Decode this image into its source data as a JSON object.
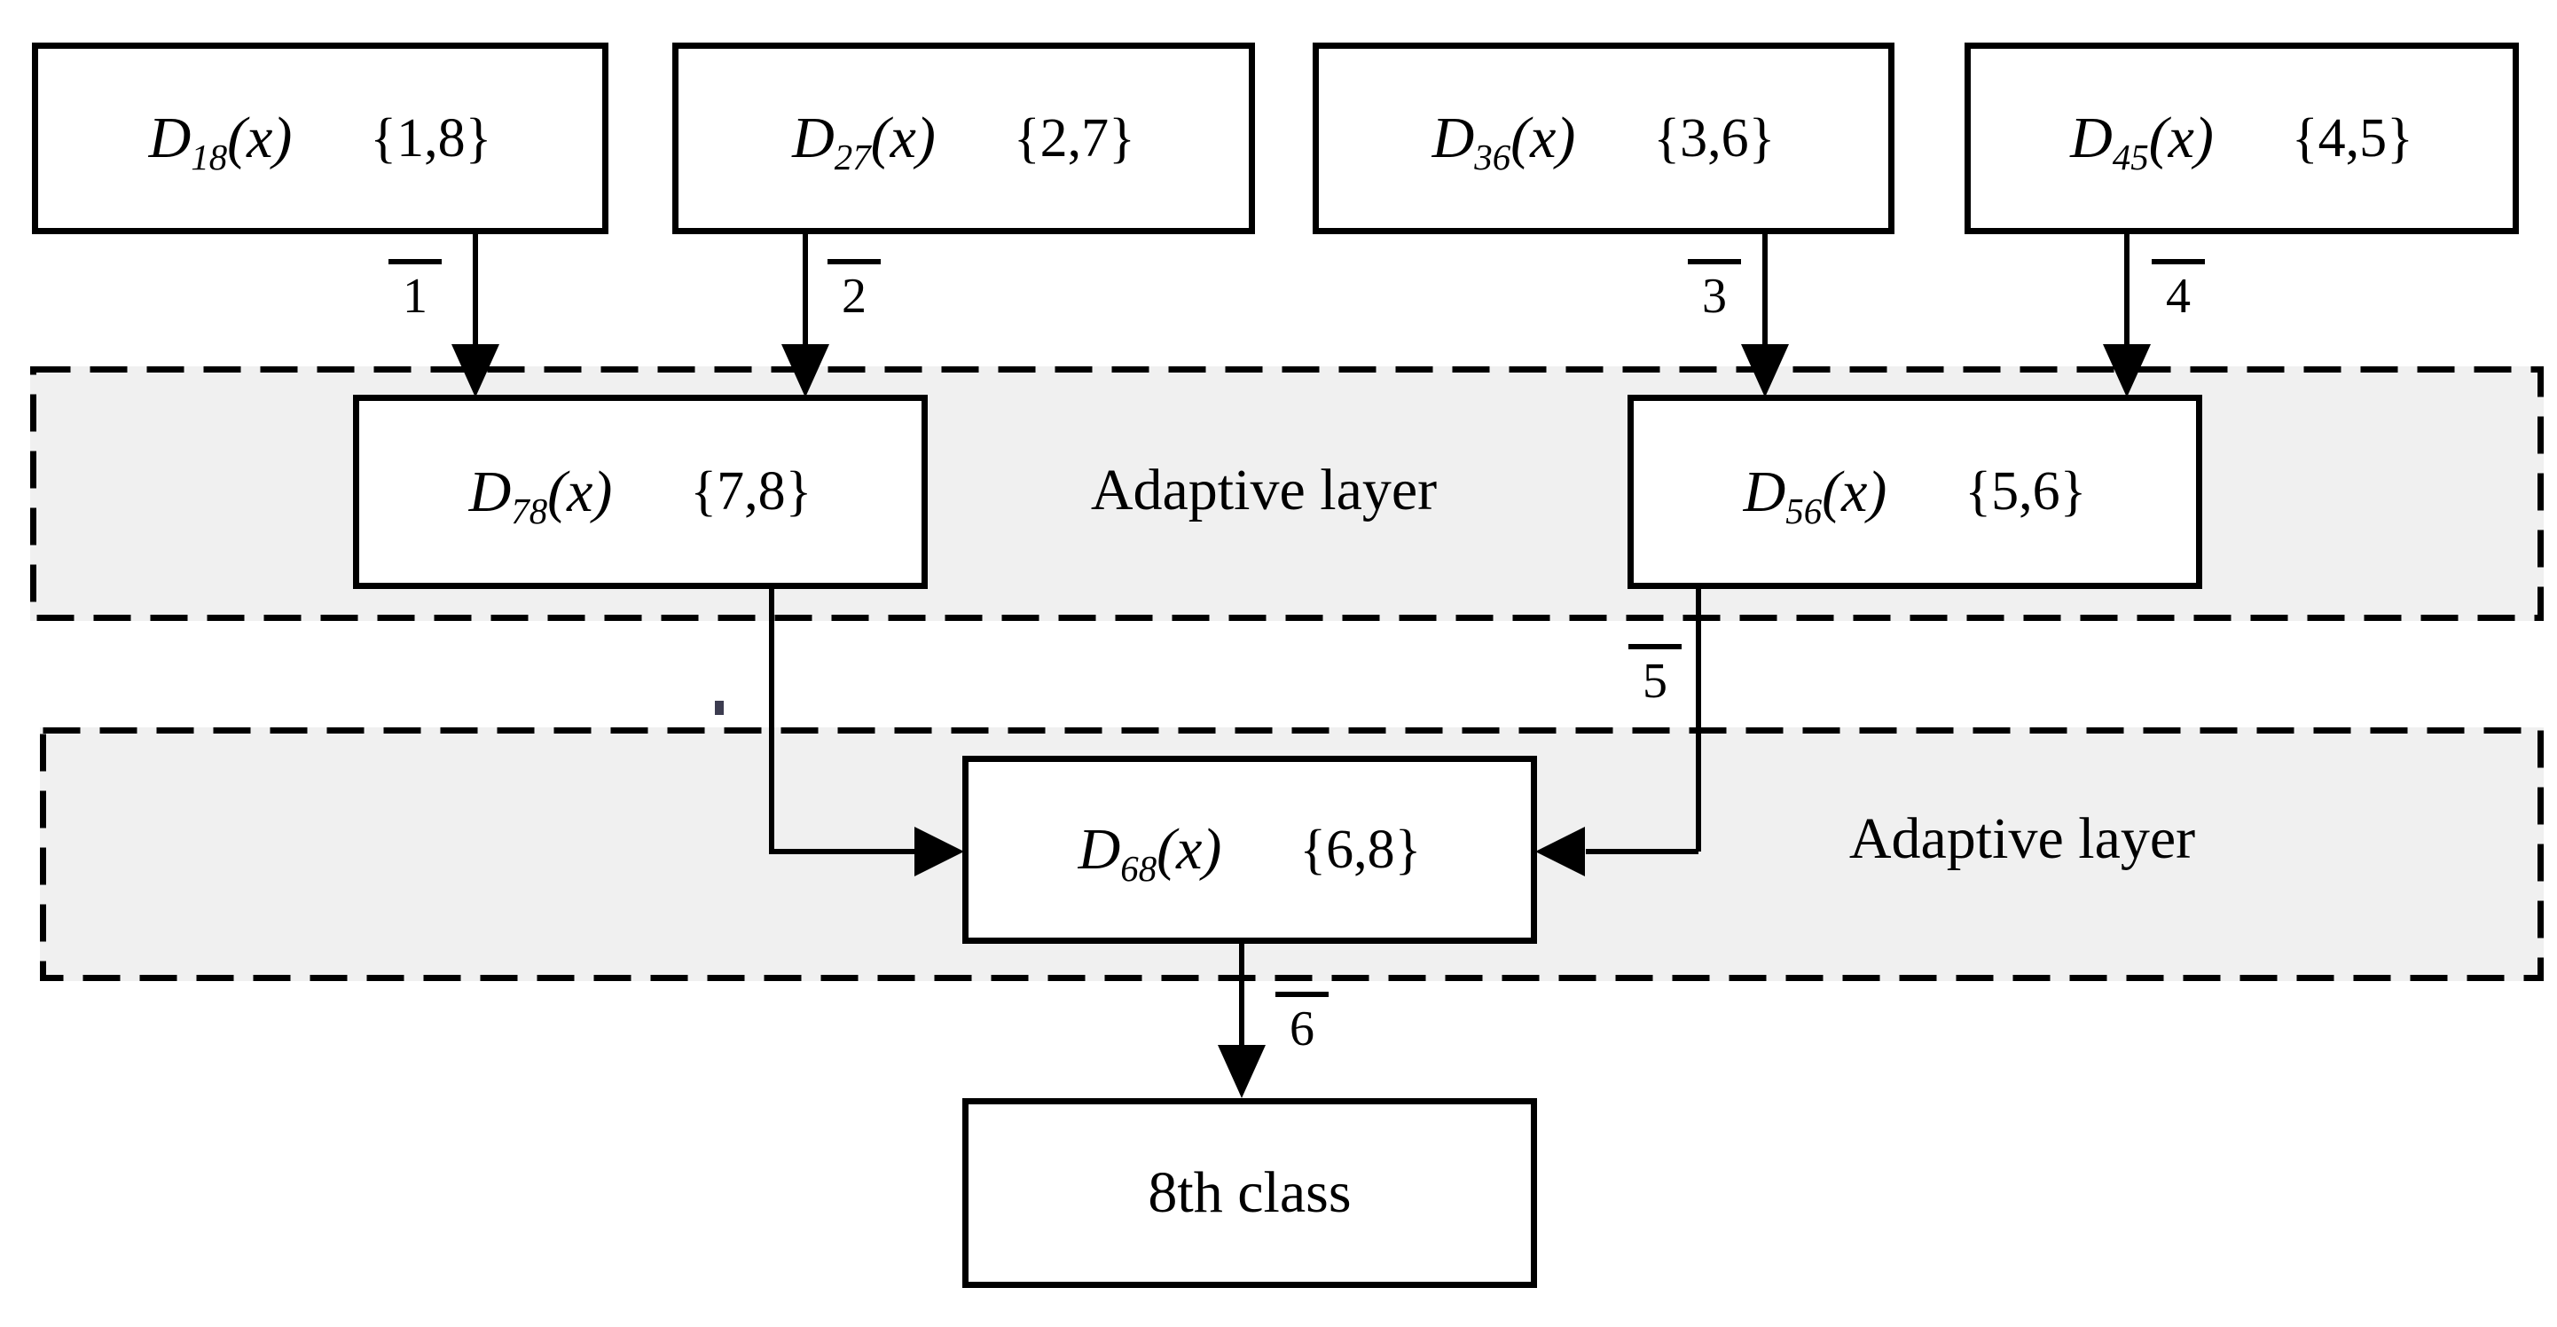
{
  "classifiers": {
    "top": [
      {
        "func": "D",
        "sub": "18",
        "args": "(x)",
        "set": "{1,8}",
        "out": "1"
      },
      {
        "func": "D",
        "sub": "27",
        "args": "(x)",
        "set": "{2,7}",
        "out": "2"
      },
      {
        "func": "D",
        "sub": "36",
        "args": "(x)",
        "set": "{3,6}",
        "out": "3"
      },
      {
        "func": "D",
        "sub": "45",
        "args": "(x)",
        "set": "{4,5}",
        "out": "4"
      }
    ],
    "layer1": {
      "label": "Adaptive layer",
      "boxes": [
        {
          "func": "D",
          "sub": "78",
          "args": "(x)",
          "set": "{7,8}"
        },
        {
          "func": "D",
          "sub": "56",
          "args": "(x)",
          "set": "{5,6}",
          "out": "5"
        }
      ]
    },
    "layer2": {
      "label": "Adaptive layer",
      "boxes": [
        {
          "func": "D",
          "sub": "68",
          "args": "(x)",
          "set": "{6,8}",
          "out": "6"
        }
      ]
    },
    "output": {
      "label": "8th class"
    },
    "colors": {
      "band_fill": "#f0f0f0",
      "stroke": "#000000",
      "background": "#ffffff"
    }
  }
}
